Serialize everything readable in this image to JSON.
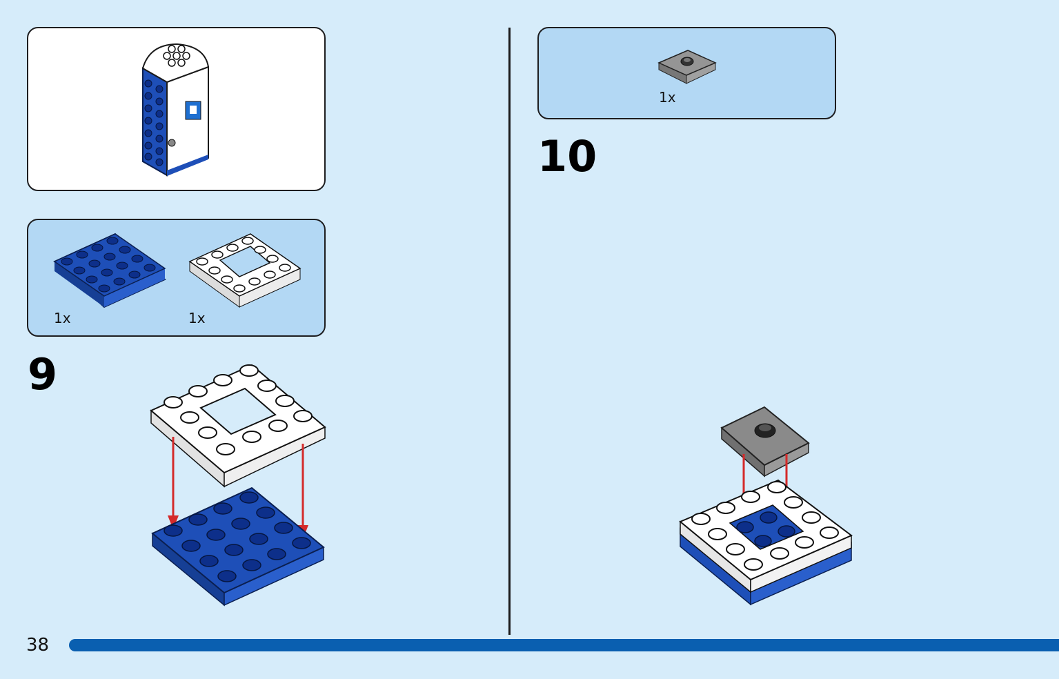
{
  "page_number": "38",
  "colors": {
    "background": "#d6ecfa",
    "parts_panel": "#b3d8f4",
    "brick_blue": "#1e4fb8",
    "brick_white": "#ffffff",
    "brick_gray": "#8a8a8a",
    "arrow_red": "#d42a2a",
    "progress_bar": "#0a5fb0"
  },
  "left_page": {
    "preview_panel": {
      "icon": "portable-toilet-model"
    },
    "parts_panel": {
      "parts": [
        {
          "name": "blue-4x4-plate",
          "quantity": "1x"
        },
        {
          "name": "white-4x4-frame-plate",
          "quantity": "1x"
        }
      ]
    },
    "step": {
      "number": "9"
    }
  },
  "right_page": {
    "parts_panel": {
      "parts": [
        {
          "name": "gray-2x2-jumper-plate",
          "quantity": "1x"
        }
      ]
    },
    "step": {
      "number": "10"
    }
  }
}
